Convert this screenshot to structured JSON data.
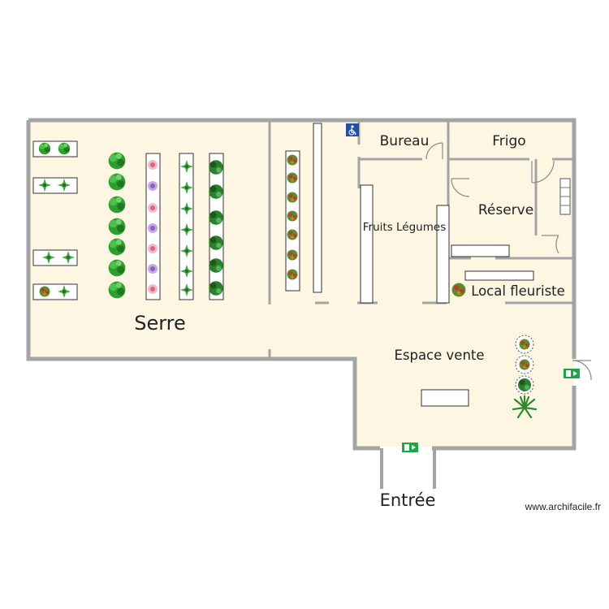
{
  "rooms": {
    "serre": "Serre",
    "bureau": "Bureau",
    "frigo": "Frigo",
    "reserve": "Réserve",
    "fruits_legumes": "Fruits Légumes",
    "local_fleuriste": "Local fleuriste",
    "espace_vente": "Espace vente",
    "entree": "Entrée"
  },
  "credit": "www.archifacile.fr",
  "colors": {
    "floor": "#fcf6e3",
    "wall": "#a4a4a4",
    "exit_sign": "#1ea44b",
    "plant_green": "#2f9e2f"
  },
  "icons": {
    "exit": "emergency-exit-icon",
    "accessibility": "wheelchair-icon",
    "plant": "potted-plant-icon"
  }
}
